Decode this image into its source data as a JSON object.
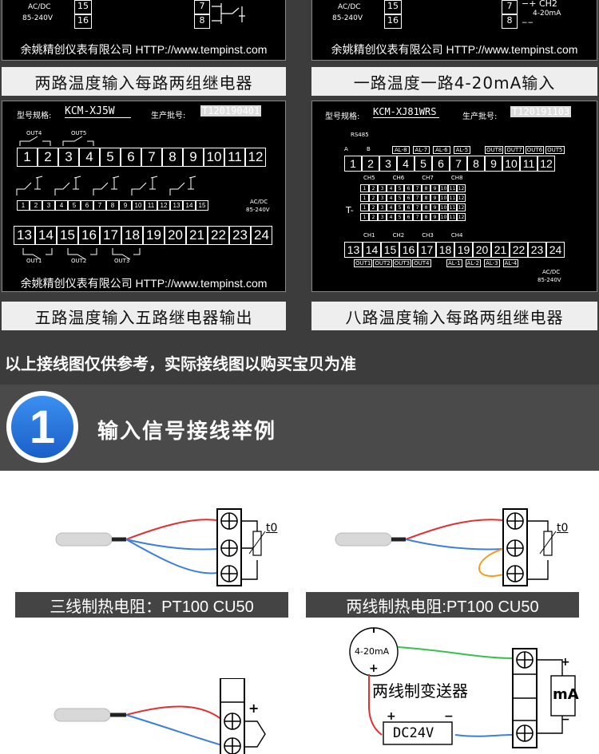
{
  "top_left_panel": {
    "acdc": "AC/DC",
    "voltage": "85-240V",
    "t15": "15",
    "t16": "16",
    "t7": "7",
    "t8": "8",
    "footer": "余姚精创仪表有限公司 HTTP://www.tempinst.com"
  },
  "top_right_panel": {
    "acdc": "AC/DC",
    "voltage": "85-240V",
    "t15": "15",
    "t16": "16",
    "t7": "7",
    "t8": "8",
    "ch2": "CH2",
    "ma": "4-20mA",
    "footer": "余姚精创仪表有限公司 HTTP://www.tempinst.com"
  },
  "captions_row1": {
    "left": "两路温度输入每路两组继电器",
    "right": "一路温度一路4-20mA输入"
  },
  "mid_left_panel": {
    "model_label": "型号规格:",
    "model_value": "KCM-XJ5W",
    "batch_label": "生产批号:",
    "batch_value": "T120190401",
    "out_top": [
      "OUT4",
      "OUT5"
    ],
    "row1": [
      "1",
      "2",
      "3",
      "4",
      "5",
      "6",
      "7",
      "8",
      "9",
      "10",
      "11",
      "12"
    ],
    "row_small": [
      "1",
      "2",
      "3",
      "4",
      "5",
      "6",
      "7",
      "8",
      "9",
      "10",
      "11",
      "12",
      "13",
      "14",
      "15"
    ],
    "acdc": "AC/DC",
    "voltage": "85-240V",
    "row2": [
      "13",
      "14",
      "15",
      "16",
      "17",
      "18",
      "19",
      "20",
      "21",
      "22",
      "23",
      "24"
    ],
    "out_bottom": [
      "OUT1",
      "OUT2",
      "OUT3"
    ],
    "footer": "余姚精创仪表有限公司 HTTP://www.tempinst.com"
  },
  "mid_right_panel": {
    "model_label": "型号规格:",
    "model_value": "KCM-XJ81WRS",
    "batch_label": "生产批号:",
    "batch_value": "T120191103",
    "rs485": "RS485",
    "a": "A",
    "b": "B",
    "al_top": [
      "AL-8",
      "AL-7",
      "AL-6",
      "AL-5"
    ],
    "out_top": [
      "OUT8",
      "OUT7",
      "OUT6",
      "OUT5"
    ],
    "row1": [
      "1",
      "2",
      "3",
      "4",
      "5",
      "6",
      "7",
      "8",
      "9",
      "10",
      "11",
      "12"
    ],
    "ch_top": [
      "CH5",
      "CH6",
      "CH7",
      "CH8"
    ],
    "t_label": "T-",
    "ch_bottom": [
      "CH1",
      "CH2",
      "CH3",
      "CH4"
    ],
    "row2": [
      "13",
      "14",
      "15",
      "16",
      "17",
      "18",
      "19",
      "20",
      "21",
      "22",
      "23",
      "24"
    ],
    "out_bottom": [
      "OUT1",
      "OUT2",
      "OUT3",
      "OUT4"
    ],
    "al_bottom": [
      "AL-1",
      "AL-2",
      "AL-3",
      "AL-4"
    ],
    "acdc": "AC/DC",
    "voltage": "85-240V"
  },
  "captions_row2": {
    "left": "五路温度输入五路继电器输出",
    "right": "八路温度输入每路两组继电器"
  },
  "notice": "以上接线图仅供参考，实际接线图以购买宝贝为准",
  "section": {
    "number": "1",
    "title": "输入信号接线举例"
  },
  "diagram1": {
    "label": "三线制热电阻：PT100 CU50",
    "t0": "t0"
  },
  "diagram2": {
    "label": "两线制热电阻:PT100 CU50",
    "t0": "t0"
  },
  "diagram4": {
    "ma_circle": "4-20mA",
    "plus": "+",
    "transmitter": "两线制变送器",
    "dc": "DC24V",
    "dc_plus": "+",
    "dc_minus": "−",
    "meter": "mA",
    "meter_plus": "+",
    "meter_minus": "−"
  },
  "diagram3": {
    "plus": "+"
  },
  "colors": {
    "red_wire": "#e03030",
    "blue_wire": "#3a7fd8",
    "green_wire": "#36c24a",
    "orange_wire": "#f0a020",
    "badge_blue": "#1f6fd8"
  }
}
